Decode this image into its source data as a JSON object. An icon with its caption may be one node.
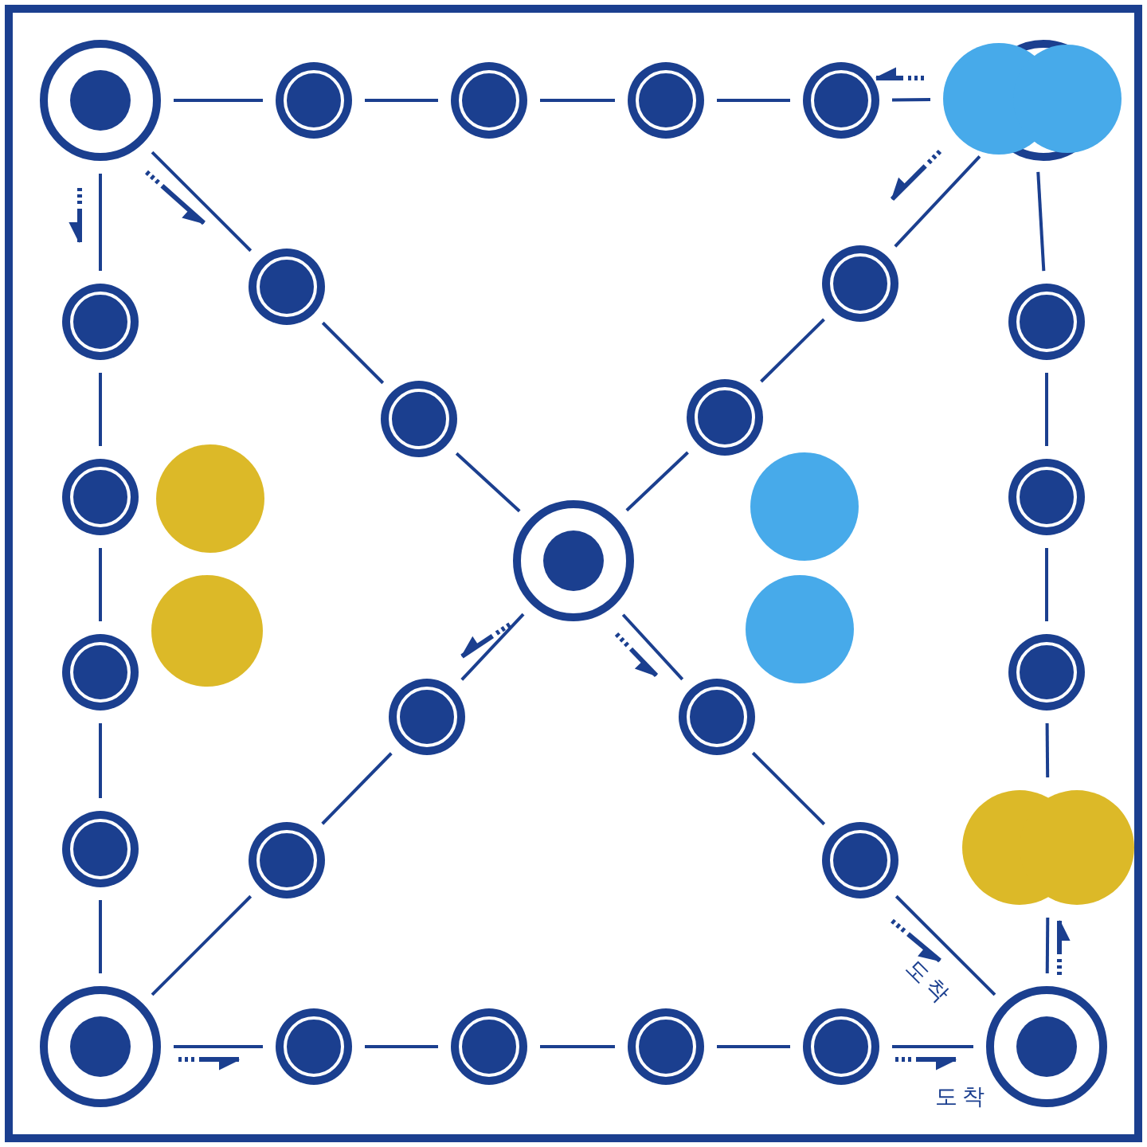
{
  "diagram": {
    "nodes": [
      {
        "text": [],
        "shape": "circle"
      },
      {
        "text": [],
        "shape": "circle"
      },
      {
        "text": [],
        "shape": "circle"
      },
      {
        "text": [],
        "shape": "circle"
      },
      {
        "text": [],
        "shape": "circle"
      },
      {
        "text": [],
        "shape": "circle"
      },
      {
        "text": [],
        "shape": "circle"
      },
      {
        "text": [],
        "shape": "circle"
      },
      {
        "text": [],
        "shape": "circle"
      },
      {
        "text": [],
        "shape": "circle"
      },
      {
        "text": [],
        "shape": "circle"
      },
      {
        "text": [],
        "shape": "circle"
      },
      {
        "text": [],
        "shape": "circle"
      },
      {
        "text": [],
        "shape": "circle"
      },
      {
        "text": [],
        "shape": "circle"
      },
      {
        "text": [],
        "shape": "circle"
      },
      {
        "text": [],
        "shape": "circle"
      },
      {
        "text": [],
        "shape": "circle"
      },
      {
        "text": [],
        "shape": "circle"
      },
      {
        "text": [],
        "shape": "circle"
      },
      {
        "text": [],
        "shape": "circle"
      },
      {
        "text": [],
        "shape": "circle"
      },
      {
        "text": [],
        "shape": "circle"
      },
      {
        "text": [],
        "shape": "circle"
      },
      {
        "text": [],
        "shape": "circle"
      },
      {
        "text": [],
        "shape": "circle"
      },
      {
        "text": [],
        "shape": "circle"
      },
      {
        "text": [],
        "shape": "circle"
      },
      {
        "text": [],
        "shape": "circle",
        "beside": [
          "도착",
          "도착"
        ]
      },
      {
        "text": [],
        "shape": "circle"
      },
      {
        "text": [],
        "shape": "circle"
      },
      {
        "text": [],
        "shape": "circle"
      },
      {
        "text": [],
        "shape": "circle"
      }
    ],
    "edges": [
      {
        "from": 0,
        "to": 1,
        "arrow": "none"
      },
      {
        "from": 1,
        "to": 2,
        "arrow": "none"
      },
      {
        "from": 2,
        "to": 3,
        "arrow": "none"
      },
      {
        "from": 3,
        "to": 4,
        "arrow": "none"
      },
      {
        "from": 4,
        "to": 5,
        "arrow": "none"
      },
      {
        "from": 0,
        "to": 6,
        "arrow": "none"
      },
      {
        "from": 6,
        "to": 12,
        "arrow": "none"
      },
      {
        "from": 12,
        "to": 15,
        "arrow": "none"
      },
      {
        "from": 15,
        "to": 19,
        "arrow": "none"
      },
      {
        "from": 19,
        "to": 23,
        "arrow": "none"
      },
      {
        "from": 5,
        "to": 9,
        "arrow": "none"
      },
      {
        "from": 9,
        "to": 13,
        "arrow": "none"
      },
      {
        "from": 13,
        "to": 18,
        "arrow": "none"
      },
      {
        "from": 18,
        "to": 22,
        "arrow": "none"
      },
      {
        "from": 22,
        "to": 28,
        "arrow": "none"
      },
      {
        "from": 23,
        "to": 24,
        "arrow": "none"
      },
      {
        "from": 24,
        "to": 25,
        "arrow": "none"
      },
      {
        "from": 25,
        "to": 26,
        "arrow": "none"
      },
      {
        "from": 26,
        "to": 27,
        "arrow": "none"
      },
      {
        "from": 27,
        "to": 28,
        "arrow": "none"
      },
      {
        "from": 0,
        "to": 7,
        "arrow": "none"
      },
      {
        "from": 7,
        "to": 10,
        "arrow": "none"
      },
      {
        "from": 10,
        "to": 14,
        "arrow": "none"
      },
      {
        "from": 14,
        "to": 17,
        "arrow": "none"
      },
      {
        "from": 17,
        "to": 21,
        "arrow": "none"
      },
      {
        "from": 21,
        "to": 28,
        "arrow": "none"
      },
      {
        "from": 5,
        "to": 8,
        "arrow": "none"
      },
      {
        "from": 8,
        "to": 11,
        "arrow": "none"
      },
      {
        "from": 11,
        "to": 14,
        "arrow": "none"
      },
      {
        "from": 14,
        "to": 16,
        "arrow": "none"
      },
      {
        "from": 16,
        "to": 20,
        "arrow": "none"
      },
      {
        "from": 20,
        "to": 23,
        "arrow": "none"
      }
    ]
  }
}
